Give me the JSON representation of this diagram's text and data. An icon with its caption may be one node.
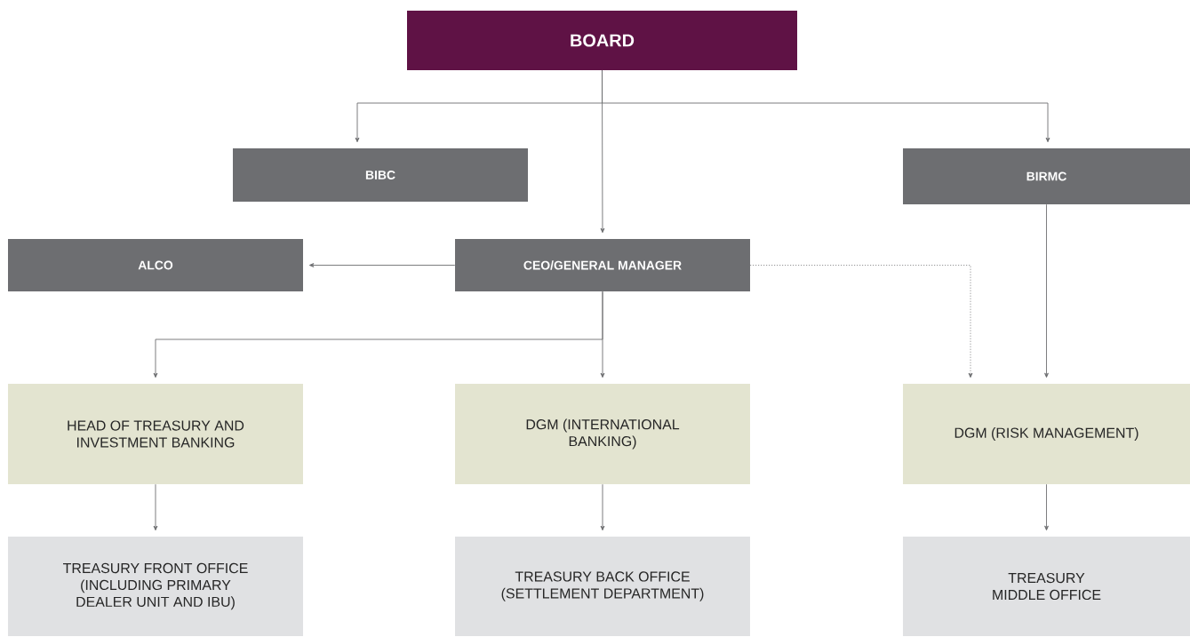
{
  "diagram": {
    "nodes": [
      {
        "text": [
          "BOARD"
        ]
      },
      {
        "text": [
          "BIBC"
        ]
      },
      {
        "text": [
          "BIRMC"
        ]
      },
      {
        "text": [
          "ALCO"
        ]
      },
      {
        "text": [
          "CEO/GENERAL MANAGER"
        ]
      },
      {
        "text": [
          "HEAD OF TREASURY AND INVESTMENT BANKING"
        ]
      },
      {
        "text": [
          "DGM (INTERNATIONAL BANKING)"
        ]
      },
      {
        "text": [
          "DGM (RISK MANAGEMENT)"
        ]
      },
      {
        "text": [
          "TREASURY FRONT OFFICE (INCLUDING PRIMARY DEALER UNIT AND IBU)"
        ]
      },
      {
        "text": [
          "TREASURY BACK OFFICE (SETTLEMENT DEPARTMENT)"
        ]
      },
      {
        "text": [
          "TREASURY MIDDLE OFFICE"
        ]
      }
    ],
    "edges": [
      {
        "from": 0,
        "to": 1,
        "arrow": "to"
      },
      {
        "from": 0,
        "to": 2,
        "arrow": "to"
      },
      {
        "from": 0,
        "to": 4,
        "arrow": "to"
      },
      {
        "from": 4,
        "to": 3,
        "arrow": "to"
      },
      {
        "from": 4,
        "to": 7,
        "arrow": "to",
        "style": "dashed"
      },
      {
        "from": 2,
        "to": 7,
        "arrow": "to"
      },
      {
        "from": 4,
        "to": 5,
        "arrow": "to"
      },
      {
        "from": 4,
        "to": 6,
        "arrow": "to"
      },
      {
        "from": 5,
        "to": 8,
        "arrow": "to"
      },
      {
        "from": 6,
        "to": 9,
        "arrow": "to"
      },
      {
        "from": 7,
        "to": 10,
        "arrow": "to"
      }
    ]
  }
}
